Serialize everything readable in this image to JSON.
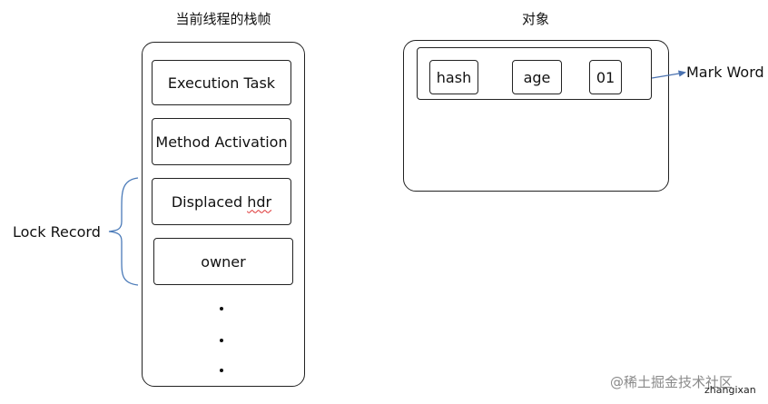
{
  "stack": {
    "title": "当前线程的栈帧",
    "boxes": {
      "execution_task": "Execution Task",
      "method_activation": "Method Activation",
      "displaced_prefix": "Displaced ",
      "displaced_word": "hdr",
      "owner": "owner"
    }
  },
  "lock_record_label": "Lock Record",
  "object": {
    "title": "对象",
    "fields": {
      "hash": "hash",
      "age": "age",
      "flag": "01"
    },
    "mark_word_label": "Mark Word"
  },
  "watermark": {
    "text": "@稀土掘金技术社区",
    "sub": "zhangixan"
  },
  "colors": {
    "bracket": "#4a7ab8",
    "arrow": "#4a72b0",
    "border": "#222222",
    "squiggle": "#dd3333"
  }
}
